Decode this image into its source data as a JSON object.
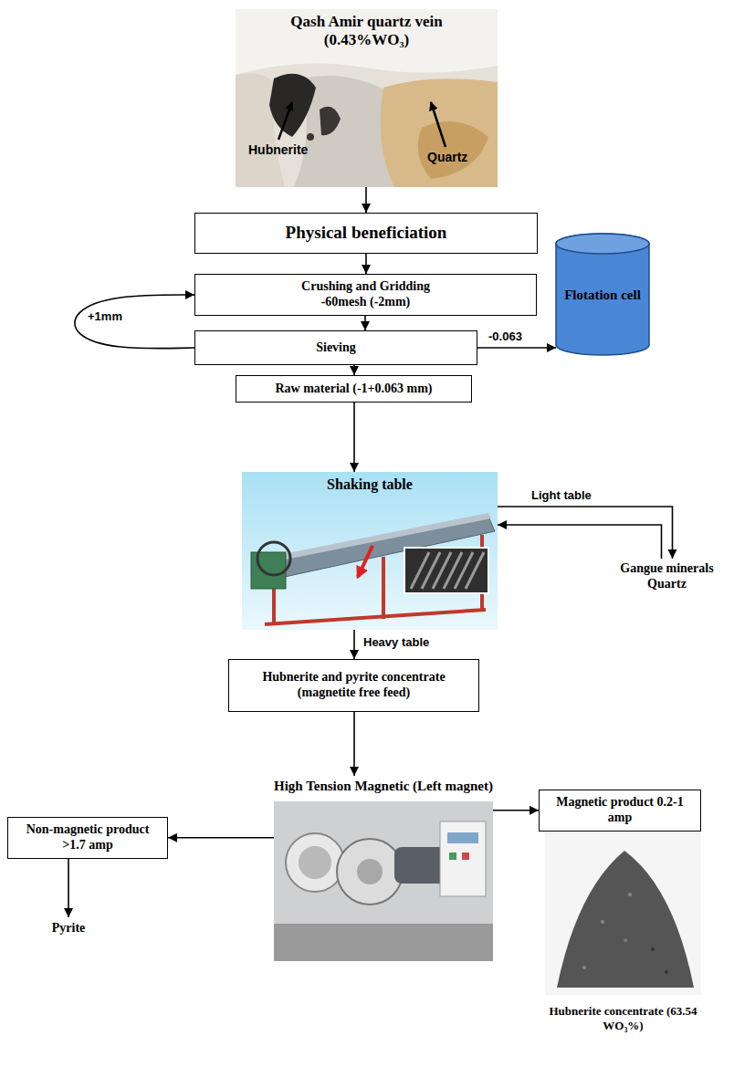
{
  "diagram": {
    "nodes": [
      {
        "text": [
          "Qash Amir quartz vein (0.43%WO₃)"
        ]
      },
      {
        "text": [
          "Physical beneficiation"
        ]
      },
      {
        "text": [
          "Crushing and Gridding -60mesh (-2mm)"
        ]
      },
      {
        "text": [
          "Sieving"
        ]
      },
      {
        "text": [
          "Flotation cell"
        ]
      },
      {
        "text": [
          "Raw material (-1+0.063 mm)"
        ]
      },
      {
        "text": [
          "Shaking table"
        ]
      },
      {
        "text": [
          "Gangue minerals Quartz"
        ]
      },
      {
        "text": [
          "Hubnerite and pyrite concentrate (magnetite free feed)"
        ]
      },
      {
        "text": [
          "High Tension Magnetic (Left magnet)"
        ]
      },
      {
        "text": [
          "Non-magnetic product >1.7 amp"
        ]
      },
      {
        "text": [
          "Pyrite"
        ]
      },
      {
        "text": [
          "Magnetic product 0.2-1 amp"
        ]
      },
      {
        "text": [
          "Hubnerite concentrate (63.54 WO₃%)"
        ]
      }
    ],
    "edges": [
      {
        "from": 0,
        "to": 1,
        "arrow": "to"
      },
      {
        "from": 1,
        "to": 2,
        "arrow": "to"
      },
      {
        "from": 2,
        "to": 3,
        "arrow": "to"
      },
      {
        "from": 3,
        "to": 2,
        "label": "+1mm",
        "arrow": "to"
      },
      {
        "from": 3,
        "to": 4,
        "label": "-0.063",
        "arrow": "to"
      },
      {
        "from": 3,
        "to": 5,
        "arrow": "to"
      },
      {
        "from": 5,
        "to": 6,
        "arrow": "to"
      },
      {
        "from": 6,
        "to": 7,
        "label": "Light table",
        "arrow": "to"
      },
      {
        "from": 7,
        "to": 6,
        "arrow": "to"
      },
      {
        "from": 6,
        "to": 8,
        "label": "Heavy table",
        "arrow": "to"
      },
      {
        "from": 8,
        "to": 9,
        "arrow": "to"
      },
      {
        "from": 9,
        "to": 10,
        "arrow": "to"
      },
      {
        "from": 9,
        "to": 12,
        "arrow": "to"
      },
      {
        "from": 10,
        "to": 11,
        "arrow": "to"
      }
    ],
    "labels": [
      "Hubnerite",
      "Quartz"
    ]
  }
}
